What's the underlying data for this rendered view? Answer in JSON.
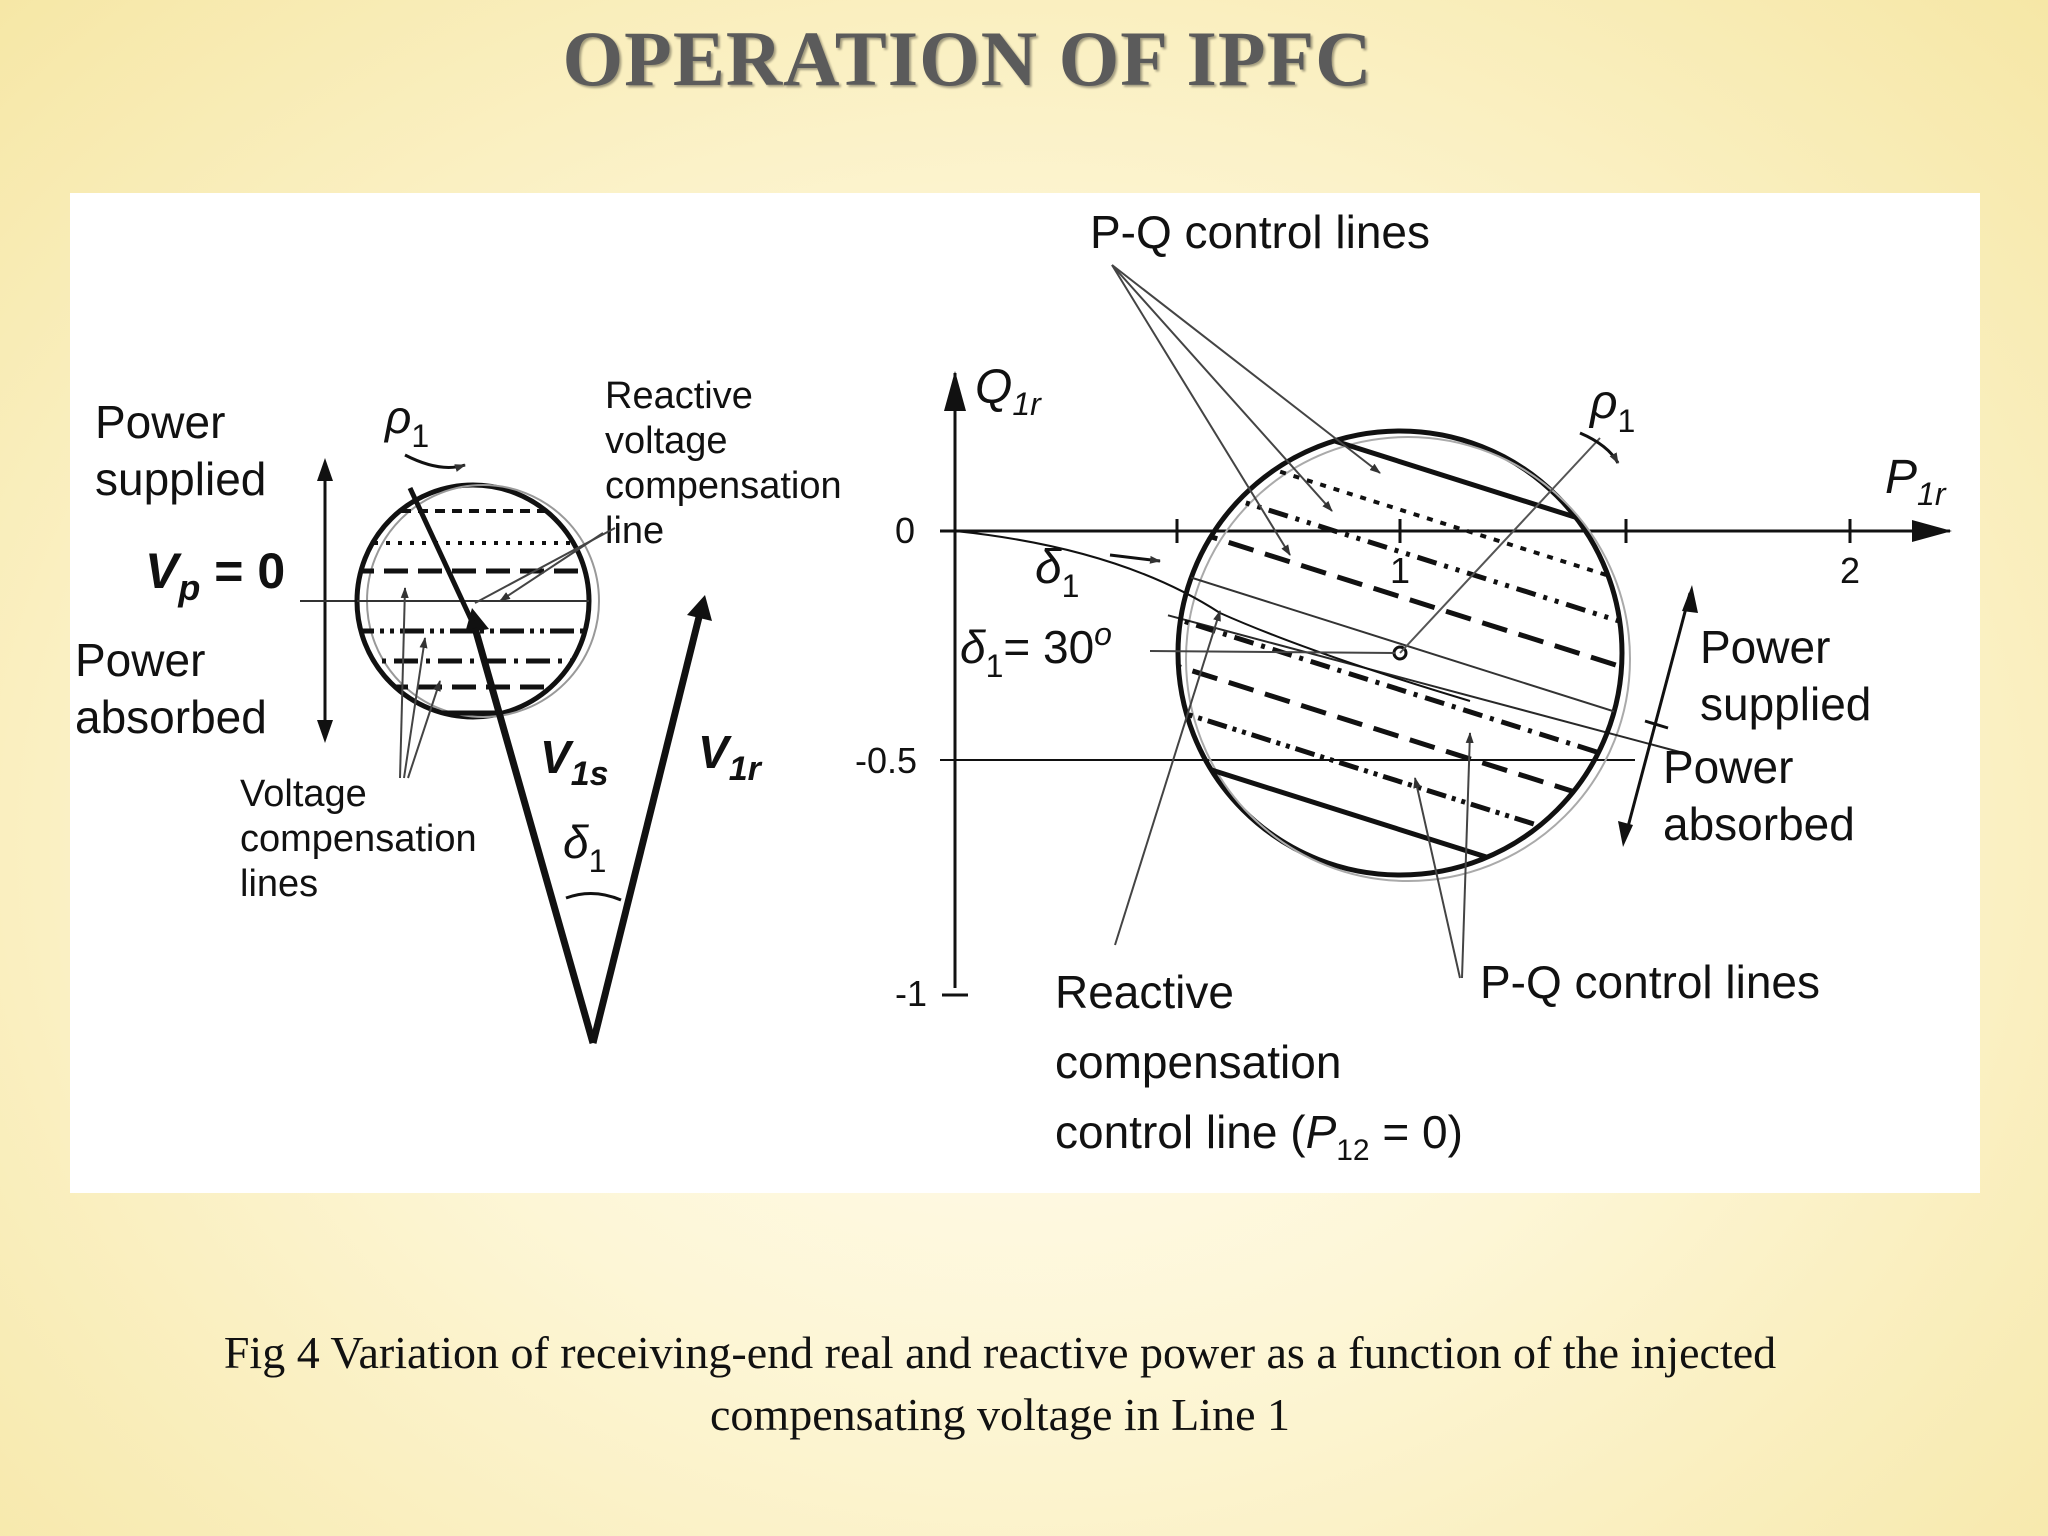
{
  "slide": {
    "title": "OPERATION  OF IPFC",
    "caption_line1": "Fig 4  Variation of receiving-end real and reactive power as a function of the injected",
    "caption_line2": "compensating voltage in Line 1"
  },
  "left_diagram": {
    "power_supplied": [
      "Power",
      "supplied"
    ],
    "vp_label": "V",
    "vp_sub": "p",
    "vp_value": " = 0",
    "power_absorbed": [
      "Power",
      "absorbed"
    ],
    "rho_label": "ρ",
    "rho_sub": "1",
    "reactive_voltage_line": [
      "Reactive",
      "voltage",
      "compensation",
      "line"
    ],
    "voltage_comp_lines": [
      "Voltage",
      "compensation",
      "lines"
    ],
    "v1s_label": "V",
    "v1s_sub": "1s",
    "v1r_label": "V",
    "v1r_sub": "1r",
    "delta_label": "δ",
    "delta_sub": "1"
  },
  "right_diagram": {
    "pq_control_top": "P-Q control lines",
    "q_axis_label": "Q",
    "q_axis_sub": "1r",
    "p_axis_label": "P",
    "p_axis_sub": "1r",
    "rho_label": "ρ",
    "rho_sub": "1",
    "delta_label": "δ",
    "delta_sub": "1",
    "delta_eq_label": "δ",
    "delta_eq_sub": "1",
    "delta_eq_value": "= 30",
    "delta_eq_sup": "o",
    "x_ticks": [
      "1",
      "2"
    ],
    "y_ticks": [
      "0",
      "-0.5",
      "-1"
    ],
    "power_supplied": [
      "Power",
      "supplied"
    ],
    "power_absorbed": [
      "Power",
      "absorbed"
    ],
    "pq_control_bottom": "P-Q control lines",
    "reactive_comp": [
      "Reactive",
      "compensation"
    ],
    "control_line_prefix": "control line (",
    "control_line_p": "P",
    "control_line_sub": "12",
    "control_line_suffix": " = 0)"
  }
}
